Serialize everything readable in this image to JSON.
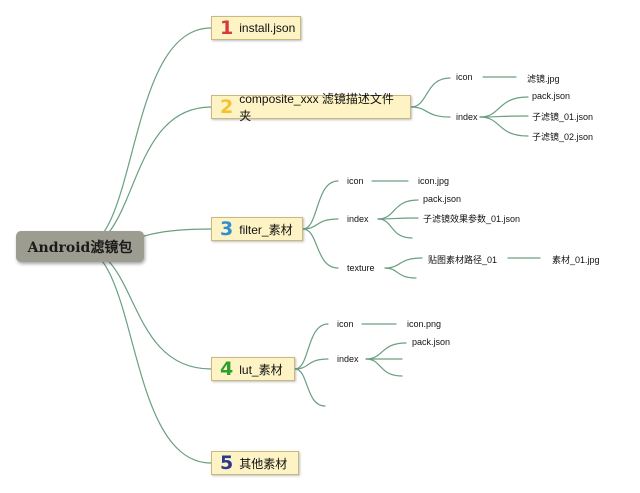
{
  "root": {
    "label": "Android滤镜包"
  },
  "colors": {
    "line": "#6a9f80",
    "node_bg": "#fdf3c4",
    "root_bg": "#9c9c90",
    "num1": "#d63a3a",
    "num2": "#f2c331",
    "num3": "#2f8fd0",
    "num4": "#2ea02e",
    "num5": "#2b3a8a"
  },
  "branches": [
    {
      "num": "1",
      "label": "install.json"
    },
    {
      "num": "2",
      "label": "composite_xxx 滤镜描述文件夹",
      "children": [
        {
          "label": "icon",
          "value": "滤镜.jpg"
        },
        {
          "label": "index",
          "items": [
            "pack.json",
            "子滤镜_01.json",
            "子滤镜_02.json"
          ]
        }
      ]
    },
    {
      "num": "3",
      "label": "filter_素材",
      "children": [
        {
          "label": "icon",
          "value": "icon.jpg"
        },
        {
          "label": "index",
          "items": [
            "pack.json",
            "子滤镜效果参数_01.json"
          ]
        },
        {
          "label": "texture",
          "value": "贴图素材路径_01",
          "sub_value": "素材_01.jpg"
        }
      ]
    },
    {
      "num": "4",
      "label": "lut_素材",
      "children": [
        {
          "label": "icon",
          "value": "icon.png"
        },
        {
          "label": "index",
          "items": [
            "pack.json"
          ]
        }
      ]
    },
    {
      "num": "5",
      "label": "其他素材"
    }
  ]
}
